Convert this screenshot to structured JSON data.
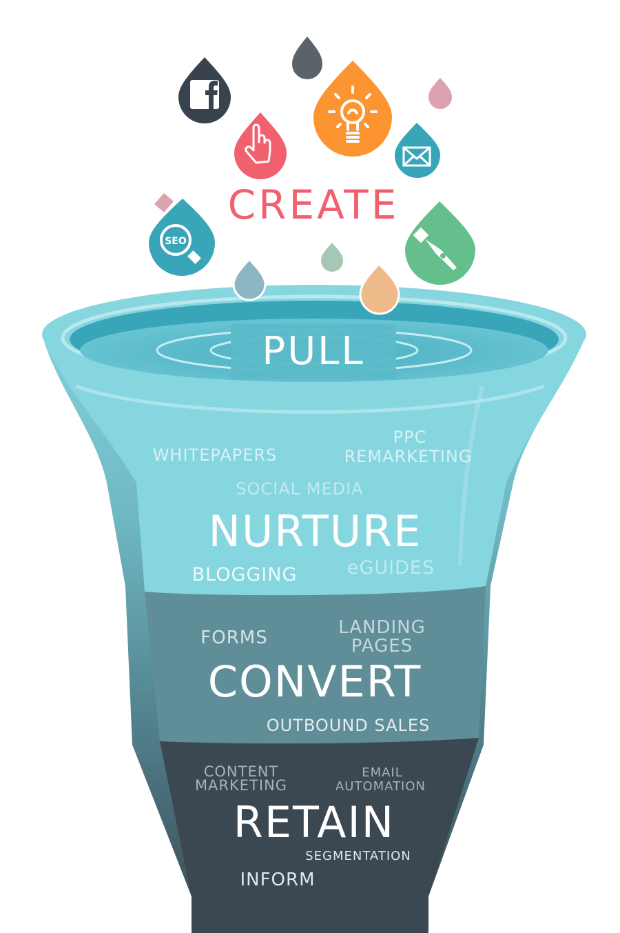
{
  "diagram": {
    "title_top": "CREATE",
    "colors": {
      "create": "#f0606e",
      "nurture_band": "#86d6e0",
      "rim_dark": "#38a5b9",
      "convert_band": "#5f8e99",
      "retain_band": "#3b4751",
      "drop_facebook": "#38434d",
      "drop_click": "#f0606e",
      "drop_idea": "#fb9431",
      "drop_email": "#38a5b9",
      "drop_seo": "#38a5b9",
      "drop_pen": "#64bf8c",
      "drop_gray": "#5c6269",
      "drop_pink": "#dca2ad",
      "drop_sage": "#a5c7b4",
      "drop_bluegray": "#8cb7c2",
      "drop_peach": "#efba8a"
    },
    "drops": [
      {
        "name": "facebook",
        "icon": "facebook-icon"
      },
      {
        "name": "click",
        "icon": "pointer-hand-icon"
      },
      {
        "name": "idea",
        "icon": "lightbulb-icon"
      },
      {
        "name": "email",
        "icon": "envelope-icon"
      },
      {
        "name": "seo",
        "icon": "seo-magnifier-icon",
        "label": "SEO"
      },
      {
        "name": "writing",
        "icon": "fountain-pen-icon"
      }
    ],
    "stages": {
      "pull": {
        "title": "PULL"
      },
      "nurture": {
        "title": "NURTURE",
        "items": [
          "WHITEPAPERS",
          "PPC",
          "REMARKETING",
          "SOCIAL MEDIA",
          "BLOGGING",
          "eGUIDES"
        ]
      },
      "convert": {
        "title": "CONVERT",
        "items": [
          "FORMS",
          "LANDING",
          "PAGES",
          "OUTBOUND SALES"
        ]
      },
      "retain": {
        "title": "RETAIN",
        "items": [
          "CONTENT",
          "MARKETING",
          "EMAIL",
          "AUTOMATION",
          "SEGMENTATION",
          "INFORM"
        ]
      }
    }
  }
}
